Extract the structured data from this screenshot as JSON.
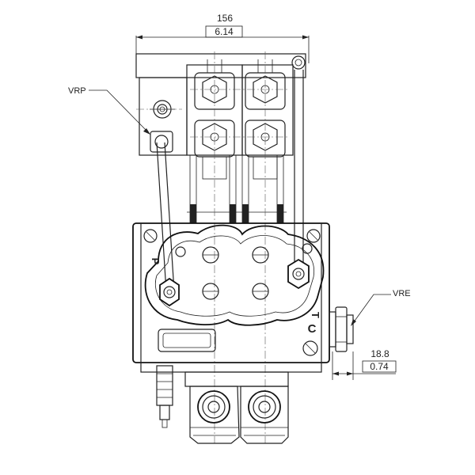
{
  "dimensions": {
    "top_width_mm": "156",
    "top_width_in": "6.14",
    "side_offset_mm": "18.8",
    "side_offset_in": "0.74"
  },
  "callouts": {
    "vrp": "VRP",
    "vre": "VRE"
  },
  "port_marks": {
    "p": "P",
    "t": "T",
    "c": "C"
  }
}
